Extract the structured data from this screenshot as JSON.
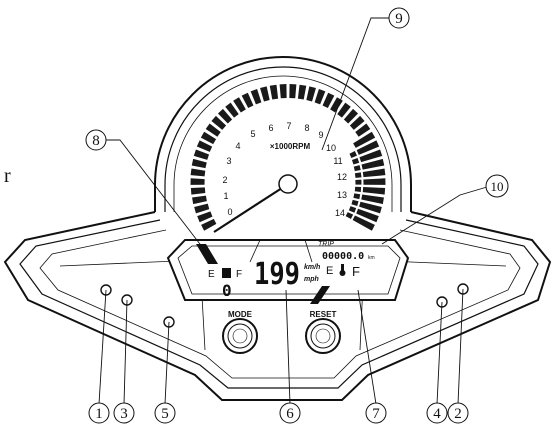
{
  "stray_text": "r",
  "tach": {
    "unit": "×1000RPM",
    "ticks": [
      "0",
      "1",
      "2",
      "3",
      "4",
      "5",
      "6",
      "7",
      "8",
      "9",
      "10",
      "11",
      "12",
      "13",
      "14"
    ]
  },
  "lcd": {
    "trip_label": "TRIP",
    "odometer": "00000.0",
    "odo_unit": "km",
    "speed": "199",
    "unit_kmh": "km/h",
    "unit_mph": "mph",
    "fuel_e": "E",
    "fuel_f": "F",
    "temp_e": "E",
    "temp_f": "F",
    "gear": "0"
  },
  "buttons": {
    "mode": "MODE",
    "reset": "RESET"
  },
  "callouts": [
    "1",
    "2",
    "3",
    "4",
    "5",
    "6",
    "7",
    "8",
    "9",
    "10"
  ],
  "colors": {
    "line": "#111111",
    "band": "#1a1a1a",
    "bg": "#ffffff"
  }
}
